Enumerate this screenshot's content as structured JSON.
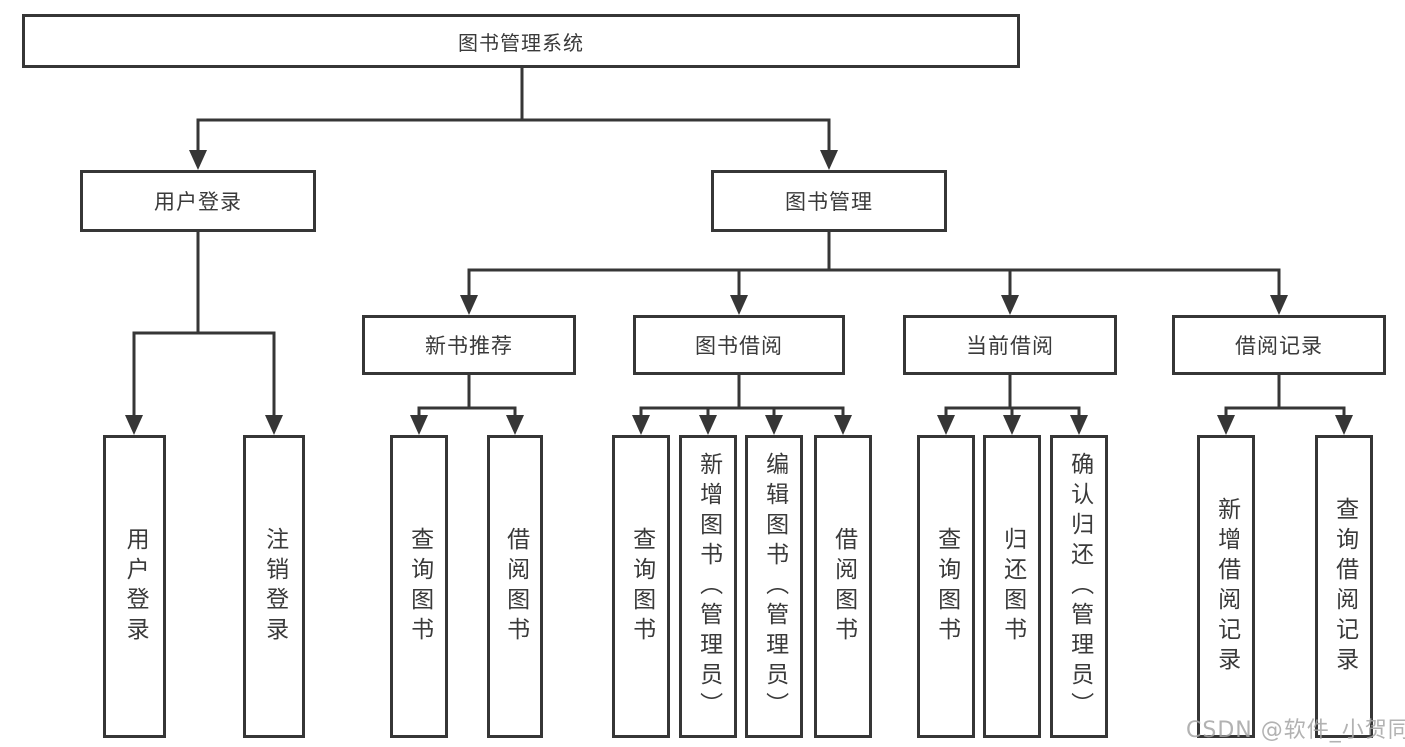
{
  "colors": {
    "line": "#363636",
    "text": "#3a3a3a",
    "box_background": "#ffffff",
    "watermark": "#a5a5a5"
  },
  "watermark": {
    "text": "CSDN @软件_小贺同学"
  },
  "tree": {
    "root": {
      "label": "图书管理系统",
      "children": [
        {
          "label": "用户登录",
          "children": [
            {
              "label": "用户登录"
            },
            {
              "label": "注销登录"
            }
          ]
        },
        {
          "label": "图书管理",
          "children": [
            {
              "label": "新书推荐",
              "children": [
                {
                  "label": "查询图书"
                },
                {
                  "label": "借阅图书"
                }
              ]
            },
            {
              "label": "图书借阅",
              "children": [
                {
                  "label": "查询图书"
                },
                {
                  "label": "新增图书（管理员）"
                },
                {
                  "label": "编辑图书（管理员）"
                },
                {
                  "label": "借阅图书"
                }
              ]
            },
            {
              "label": "当前借阅",
              "children": [
                {
                  "label": "查询图书"
                },
                {
                  "label": "归还图书"
                },
                {
                  "label": "确认归还（管理员）"
                }
              ]
            },
            {
              "label": "借阅记录",
              "children": [
                {
                  "label": "新增借阅记录"
                },
                {
                  "label": "查询借阅记录"
                }
              ]
            }
          ]
        }
      ]
    }
  }
}
